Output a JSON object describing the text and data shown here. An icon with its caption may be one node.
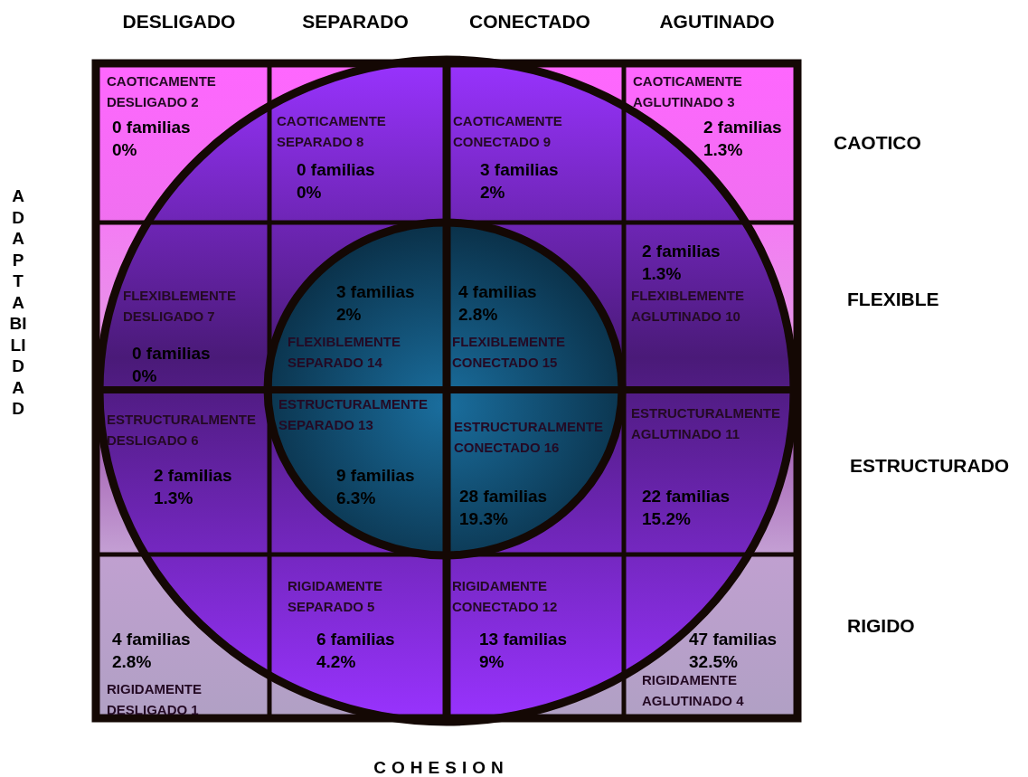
{
  "diagram": {
    "nodes": [
      {
        "text": [
          "CAOTICAMENTE DESLIGADO 2",
          "0 familias",
          "0%"
        ]
      },
      {
        "text": [
          "CAOTICAMENTE SEPARADO 8",
          "0 familias",
          "0%"
        ]
      },
      {
        "text": [
          "CAOTICAMENTE CONECTADO 9",
          "3 familias",
          "2%"
        ]
      },
      {
        "text": [
          "CAOTICAMENTE AGLUTINADO 3",
          "2 familias",
          "1.3%"
        ]
      },
      {
        "text": [
          "FLEXIBLEMENTE DESLIGADO 7",
          "0 familias",
          "0%"
        ]
      },
      {
        "text": [
          "3 familias",
          "2%",
          "FLEXIBLEMENTE SEPARADO 14"
        ]
      },
      {
        "text": [
          "4 familias",
          "2.8%",
          "FLEXIBLEMENTE CONECTADO 15"
        ]
      },
      {
        "text": [
          "2 familias",
          "1.3%",
          "FLEXIBLEMENTE AGLUTINADO 10"
        ]
      },
      {
        "text": [
          "ESTRUCTURALMENTE DESLIGADO 6",
          "2 familias",
          "1.3%"
        ]
      },
      {
        "text": [
          "ESTRUCTURALMENTE SEPARADO 13",
          "9 familias",
          "6.3%"
        ]
      },
      {
        "text": [
          "ESTRUCTURALMENTE CONECTADO 16",
          "28 familias",
          "19.3%"
        ]
      },
      {
        "text": [
          "ESTRUCTURALMENTE AGLUTINADO 11",
          "22 familias",
          "15.2%"
        ]
      },
      {
        "text": [
          "4 familias",
          "2.8%",
          "RIGIDAMENTE DESLIGADO 1"
        ]
      },
      {
        "text": [
          "RIGIDAMENTE SEPARADO 5",
          "6 familias",
          "4.2%"
        ]
      },
      {
        "text": [
          "RIGIDAMENTE CONECTADO 12",
          "13 familias",
          "9%"
        ]
      },
      {
        "text": [
          "47 familias",
          "32.5%",
          "RIGIDAMENTE AGLUTINADO 4"
        ]
      }
    ],
    "labels": [
      "DESLIGADO",
      "SEPARADO",
      "CONECTADO",
      "AGUTINADO",
      "ADAPTABILIDAD",
      "CAOTICO",
      "FLEXIBLE",
      "ESTRUCTURADO",
      "RIGIDO",
      "COHESION"
    ]
  }
}
